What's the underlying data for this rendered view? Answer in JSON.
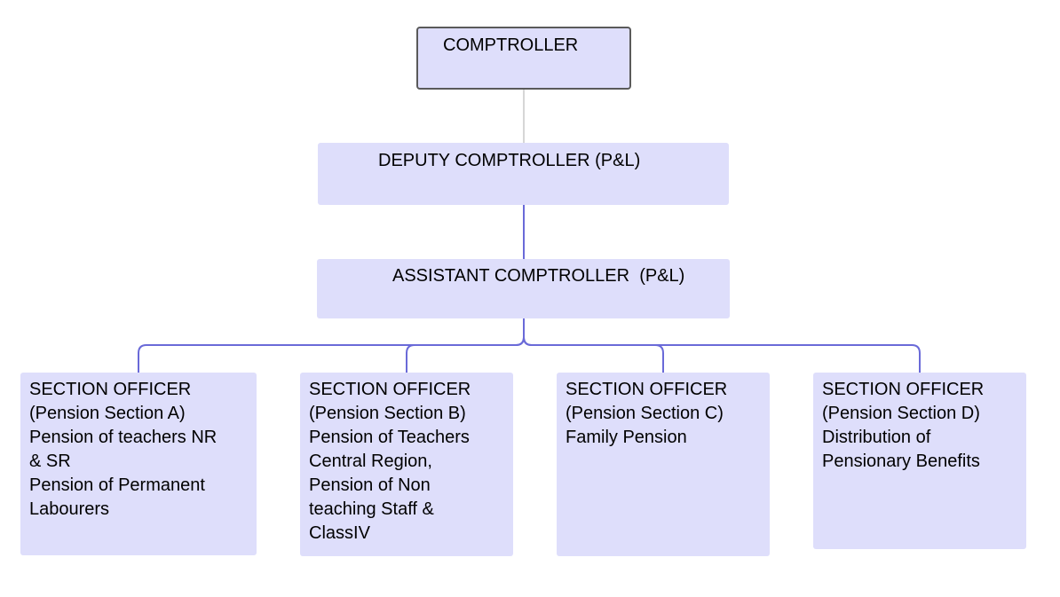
{
  "colors": {
    "box_fill": "#dedefb",
    "top_box_border": "#5a5a5a",
    "connector_blue": "#6a6ad8",
    "connector_grey": "#c8c8c8"
  },
  "org_chart": {
    "comptroller": {
      "title": "COMPTROLLER"
    },
    "deputy": {
      "title": "DEPUTY COMPTROLLER (P&L)"
    },
    "assistant": {
      "title": "ASSISTANT COMPTROLLER  (P&L)"
    },
    "sections": [
      {
        "text": "  SECTION OFFICER\n(Pension Section A)\nPension of teachers NR\n& SR\nPension of Permanent\nLabourers"
      },
      {
        "text": "SECTION OFFICER\n(Pension Section B)\nPension of Teachers\nCentral Region,\nPension of Non\nteaching Staff &\nClassIV"
      },
      {
        "text": "SECTION OFFICER\n(Pension Section C)\nFamily Pension"
      },
      {
        "text": "SECTION OFFICER\n(Pension Section D)\nDistribution of\nPensionary Benefits"
      }
    ]
  }
}
